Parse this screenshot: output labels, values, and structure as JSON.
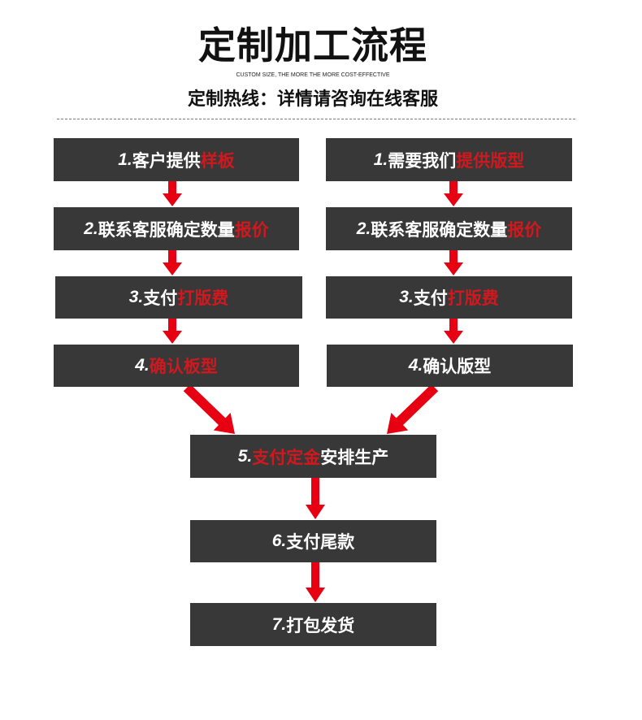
{
  "header": {
    "title": "定制加工流程",
    "subtitle": "CUSTOM SIZE, THE MORE THE MORE COST-EFFECTIVE",
    "hotline": "定制热线：详情请咨询在线客服"
  },
  "colors": {
    "background": "#ffffff",
    "box": "#383838",
    "box_text": "#ffffff",
    "highlight_text": "#d0181e",
    "arrow": "#e60012",
    "title": "#111111"
  },
  "flow": {
    "left": [
      {
        "number": "1.",
        "text": "客户提供",
        "highlight": "样板"
      },
      {
        "number": "2.",
        "text": "联系客服确定数量",
        "highlight": "报价"
      },
      {
        "number": "3.",
        "text": "支付",
        "highlight": "打版费"
      },
      {
        "number": "4.",
        "highlight": "确认板型"
      }
    ],
    "right": [
      {
        "number": "1.",
        "text": "需要我们",
        "highlight": "提供版型"
      },
      {
        "number": "2.",
        "text": "联系客服确定数量",
        "highlight": "报价"
      },
      {
        "number": "3.",
        "text": "支付",
        "highlight": "打版费"
      },
      {
        "number": "4.",
        "text": "确认版型"
      }
    ],
    "merged": [
      {
        "number": "5.",
        "highlight": "支付定金",
        "text": "安排生产"
      },
      {
        "number": "6.",
        "text": "支付尾款"
      },
      {
        "number": "7.",
        "text": "打包发货"
      }
    ]
  }
}
